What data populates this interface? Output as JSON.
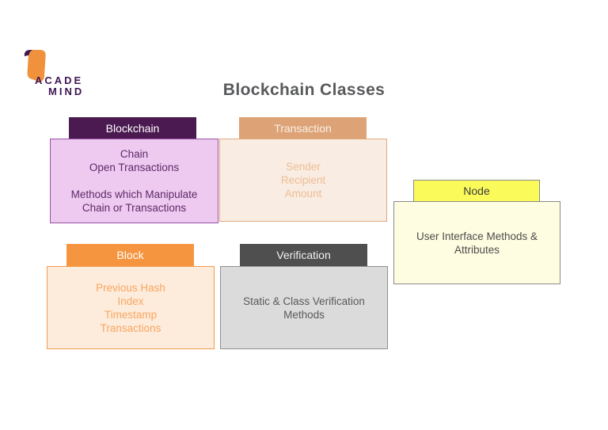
{
  "page": {
    "title": "Blockchain Classes",
    "background_color": "#FFFFFF",
    "title_color": "#58595B"
  },
  "logo": {
    "icon": "academind-ribbon-icon",
    "line1": "ACADE",
    "line2": "MIND",
    "colors": {
      "orange": "#F0913B",
      "purple": "#3E1652"
    }
  },
  "cards": {
    "blockchain": {
      "title": "Blockchain",
      "lines": [
        "Chain",
        "Open Transactions",
        "",
        "Methods which Manipulate",
        "Chain or Transactions"
      ],
      "colors": {
        "tab_bg": "#4A1A50",
        "tab_text": "#FFFFFF",
        "body_bg": "#EEC9F0",
        "body_border": "#9A55A5",
        "body_text": "#5E2A68"
      }
    },
    "transaction": {
      "title": "Transaction",
      "lines": [
        "Sender",
        "Recipient",
        "Amount"
      ],
      "colors": {
        "tab_bg": "#DDA377",
        "tab_text": "#F9F0E7",
        "body_bg": "#F9ECE2",
        "body_border": "#E0AA7C",
        "body_text": "#EDBE95"
      }
    },
    "node": {
      "title": "Node",
      "lines": [
        "User Interface Methods &",
        "Attributes"
      ],
      "colors": {
        "tab_bg": "#FAFA5A",
        "tab_border": "#8A8A8A",
        "tab_text": "#3C3C3C",
        "body_bg": "#FEFDE1",
        "body_border": "#8A8A8A",
        "body_text": "#4C4C4C"
      }
    },
    "block": {
      "title": "Block",
      "lines": [
        "Previous Hash",
        "Index",
        "Timestamp",
        "Transactions"
      ],
      "colors": {
        "tab_bg": "#F6953F",
        "tab_text": "#FFFFFF",
        "body_bg": "#FDEBDB",
        "body_border": "#F29C4F",
        "body_text": "#F8A761"
      }
    },
    "verification": {
      "title": "Verification",
      "lines": [
        "Static & Class Verification",
        "Methods"
      ],
      "colors": {
        "tab_bg": "#4F4F4F",
        "tab_text": "#F2F2F2",
        "body_bg": "#DBDBDB",
        "body_border": "#909090",
        "body_text": "#58595B"
      }
    }
  }
}
